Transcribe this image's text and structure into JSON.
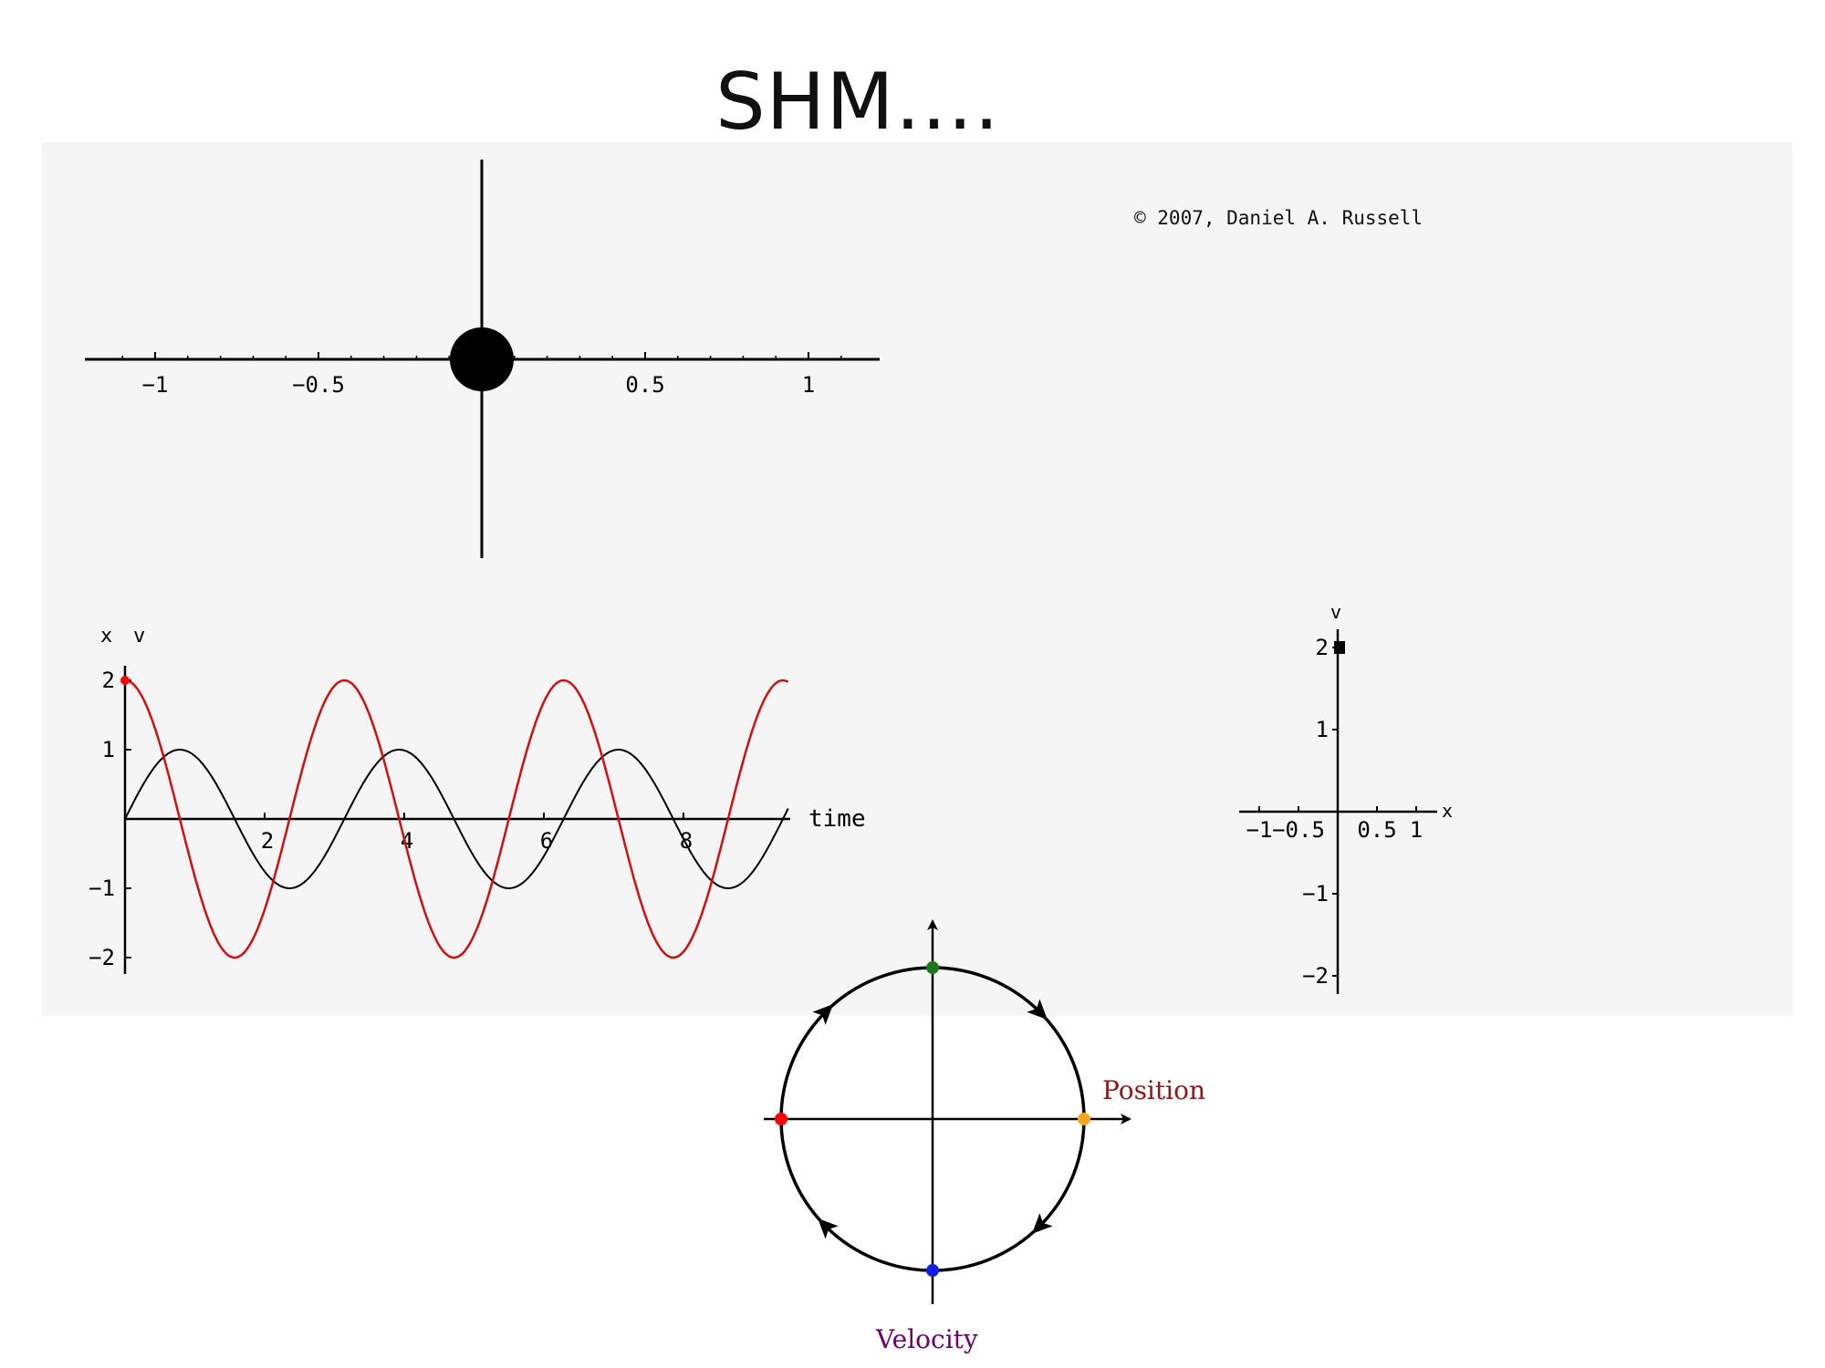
{
  "slide": {
    "title": "SHM…."
  },
  "copyright": "© 2007, Daniel A. Russell",
  "colors": {
    "panel": "#f5f5f5",
    "position_curve": "#000000",
    "velocity_curve": "#cc1111",
    "point_left": "#ff0000",
    "point_top": "#1a7a1a",
    "point_right": "#f5a623",
    "point_bottom": "#1020e0",
    "position_label": "#8b1a1a",
    "velocity_label": "#6a006a"
  },
  "chart_data": [
    {
      "type": "scatter",
      "name_hint": "mass-on-line",
      "x_ticks": [
        "-1",
        "-0.5",
        "0.5",
        "1"
      ],
      "x_tick_values": [
        -1,
        -0.5,
        0.5,
        1
      ],
      "xlim": [
        -1.2,
        1.2
      ],
      "mass_position": 0.0
    },
    {
      "type": "line",
      "name_hint": "x-v-vs-time",
      "y_axis_labels": [
        "x",
        "v"
      ],
      "xlabel": "time",
      "x_ticks": [
        "2",
        "4",
        "6",
        "8"
      ],
      "x_tick_values": [
        2,
        4,
        6,
        8
      ],
      "y_ticks": [
        "2",
        "1",
        "-1",
        "-2"
      ],
      "y_tick_values": [
        2,
        1,
        -1,
        -2
      ],
      "xlim": [
        0,
        9.5
      ],
      "ylim": [
        -2.2,
        2.2
      ],
      "series": [
        {
          "name": "x",
          "amplitude": 1,
          "omega": 2,
          "phase_fn": "sin",
          "color": "#000000"
        },
        {
          "name": "v",
          "amplitude": 2,
          "omega": 2,
          "phase_fn": "cos",
          "color": "#cc1111"
        }
      ],
      "marker": {
        "t": 0,
        "v": 2
      }
    },
    {
      "type": "scatter",
      "name_hint": "phase-space",
      "xlabel": "x",
      "ylabel": "v",
      "x_ticks": [
        "-1",
        "-0.5",
        "0.5",
        "1"
      ],
      "x_tick_values": [
        -1,
        -0.5,
        0.5,
        1
      ],
      "y_ticks": [
        "2",
        "1",
        "-1",
        "-2"
      ],
      "y_tick_values": [
        2,
        1,
        -1,
        -2
      ],
      "point": {
        "x": 0,
        "v": 2
      }
    }
  ],
  "circle_diagram": {
    "position_label": "Position",
    "velocity_label": "Velocity"
  }
}
